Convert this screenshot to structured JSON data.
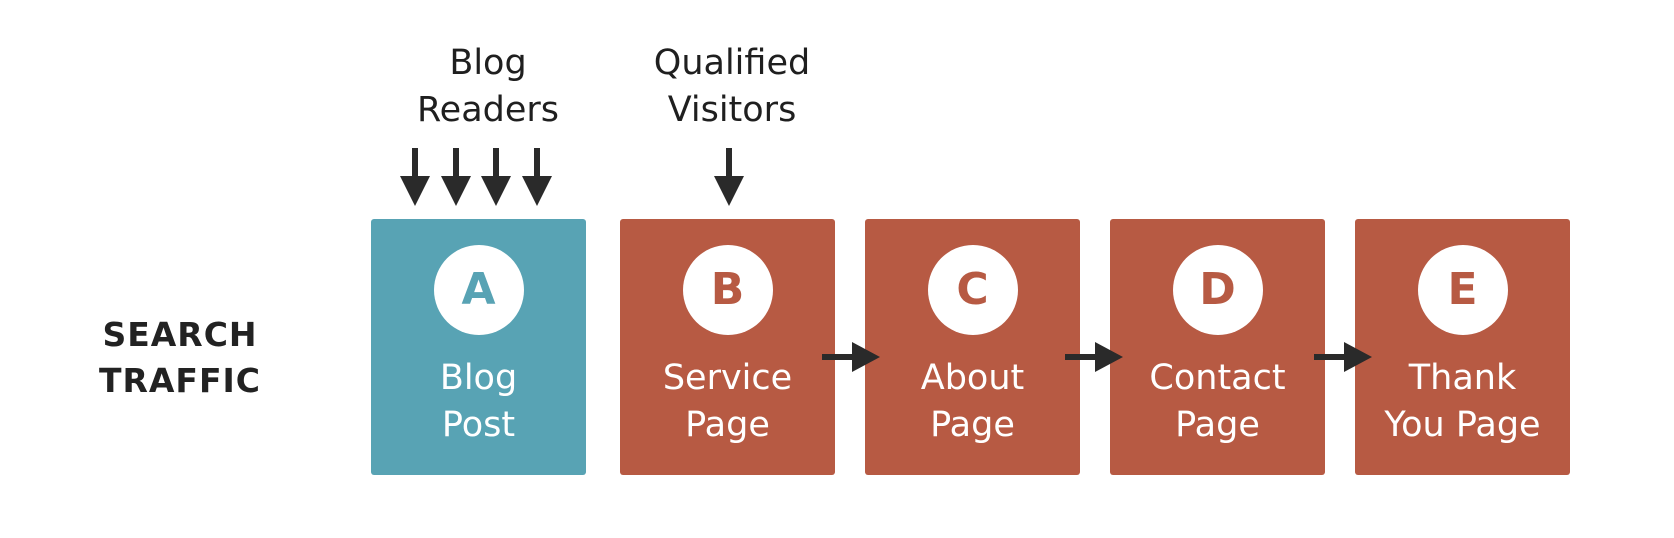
{
  "side_label": {
    "line1": "SEARCH",
    "line2": "TRAFFIC"
  },
  "top_labels": {
    "readers": {
      "line1": "Blog",
      "line2": "Readers"
    },
    "visitors": {
      "line1": "Qualified",
      "line2": "Visitors"
    }
  },
  "cards": [
    {
      "letter": "A",
      "line1": "Blog",
      "line2": "Post"
    },
    {
      "letter": "B",
      "line1": "Service",
      "line2": "Page"
    },
    {
      "letter": "C",
      "line1": "About",
      "line2": "Page"
    },
    {
      "letter": "D",
      "line1": "Contact",
      "line2": "Page"
    },
    {
      "letter": "E",
      "line1": "Thank",
      "line2": "You Page"
    }
  ],
  "colors": {
    "blog_card": "#58a3b4",
    "page_cards": "#b75a43",
    "arrows": "#2a2a2a",
    "text_dark": "#222222",
    "text_light": "#ffffff"
  },
  "icons": {
    "down_arrow": "arrow-down-icon",
    "right_arrow": "arrow-right-icon"
  }
}
